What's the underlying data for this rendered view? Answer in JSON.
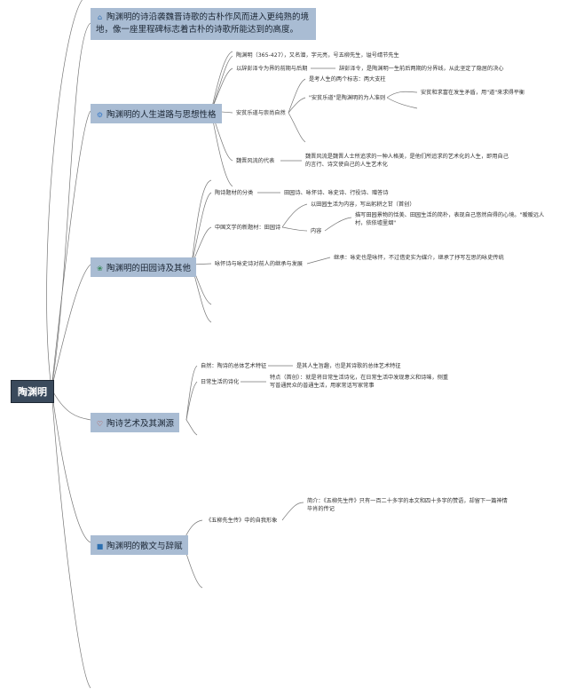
{
  "root": "陶渊明",
  "colors": {
    "root_bg": "#3a4a5c",
    "branch_bg": "#a9bcd3",
    "line": "#777777"
  },
  "branches": {
    "intro": {
      "text": "陶渊明的诗沿袭魏晋诗歌的古朴作风而进入更纯熟的境地，像一座里程碑标志着古朴的诗歌所能达到的高度。",
      "icon": "house-icon"
    },
    "life": {
      "title": "陶渊明的人生道路与思想性格",
      "icon": "gear-icon",
      "n1": "陶渊明（365-427），又名潜，字元亮，号五柳先生，谥号靖节先生",
      "n2": "以辞彭泽令为界的前期与后期",
      "n2a": "辞彭泽令，是陶渊明一生前后两期的分界线，从此坚定了隐居的决心",
      "n3": "安贫乐道与崇尚自然",
      "n3a": "是考人生的两个标志：两大支柱",
      "n3b": "\"安贫乐道\"是陶渊明的为人准则",
      "n3b1": "安贫和求富在发生矛盾，用\"道\"来求得平衡",
      "n4": "魏晋风流的代表",
      "n4a": "魏晋风流是魏晋人士所追求的一种人格美，是他们所追求的艺术化的人生，即用自己的言行、诗文使自己的人生艺术化"
    },
    "poetry": {
      "title": "陶渊明的田园诗及其他",
      "icon": "leaf-icon",
      "n1": "陶诗题材的分类",
      "n1a": "田园诗、咏怀诗、咏史诗、行役诗、赠答诗",
      "n2": "中国文学的新题材：田园诗",
      "n2a": "以田园生活为内容，写出躬耕之甘（首创）",
      "n2b": "内容",
      "n2b1": "描写田园景物的恬美、田园生活的简朴，表现自己悠然自得的心境。\"暧暧远人村，依依墟里烟\"",
      "n3": "咏怀诗与咏史诗对前人的继承与发展",
      "n3a": "继承：咏史也是咏怀，不过借史实为媒介，继承了抒写左思的咏史传统"
    },
    "art": {
      "title": "陶诗艺术及其渊源",
      "icon": "heart-icon",
      "n1": "自然：陶诗的总体艺术特征",
      "n1a": "是其人生旨趣，也是其诗歌的总体艺术特征",
      "n2": "日常生活的诗化",
      "n2a": "特点（首创）：就是将日常生活诗化，在日常生活中发现意义和诗味，侧重写普通民众的普通生活，用家常话写家常事"
    },
    "prose": {
      "title": "陶渊明的散文与辞赋",
      "icon": "book-icon",
      "n1": "《五柳先生传》中的自我形象",
      "n1a": "简介：《五柳先生传》只有一百二十多字的本文和四十多字的赞语，却留下一篇神情毕肖的传记"
    }
  }
}
